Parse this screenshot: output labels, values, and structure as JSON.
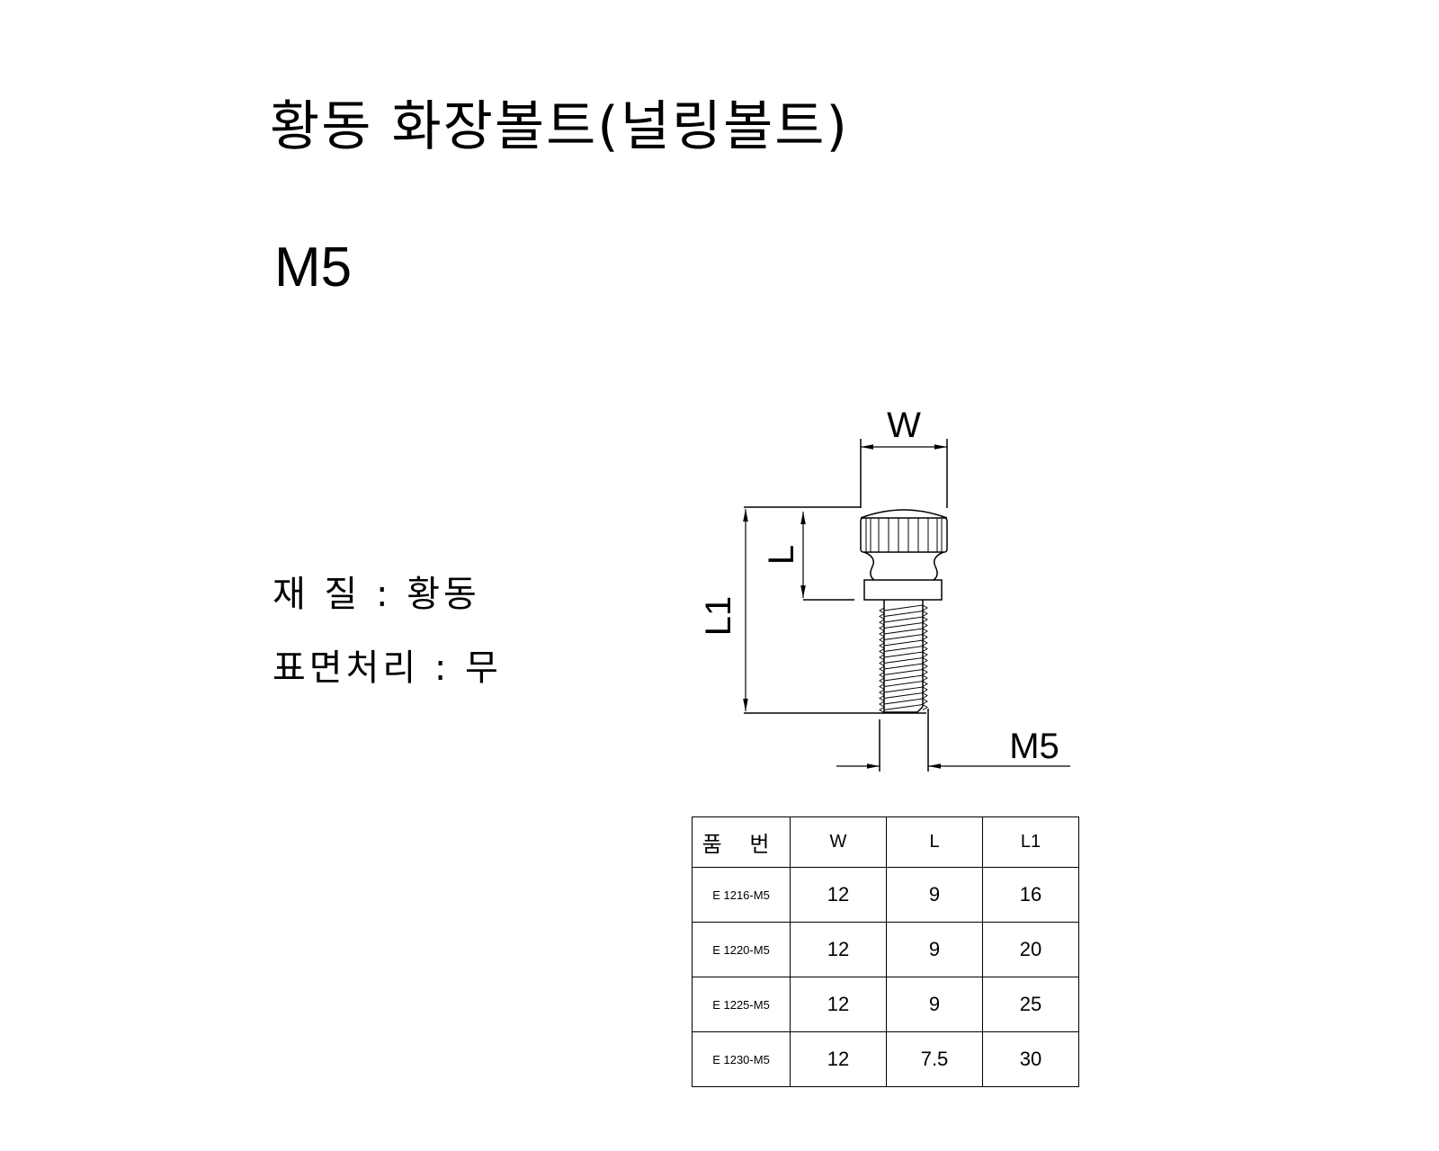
{
  "title": "황동 화장볼트(널링볼트)",
  "model": "M5",
  "specs": {
    "material": "재 질 : 황동",
    "surface": "표면처리 : 무"
  },
  "drawing": {
    "dim_w": "W",
    "dim_l": "L",
    "dim_l1": "L1",
    "dim_thread": "M5"
  },
  "table": {
    "headers": [
      "품 번",
      "W",
      "L",
      "L1"
    ],
    "rows": [
      [
        "E 1216-M5",
        "12",
        "9",
        "16"
      ],
      [
        "E 1220-M5",
        "12",
        "9",
        "20"
      ],
      [
        "E 1225-M5",
        "12",
        "9",
        "25"
      ],
      [
        "E 1230-M5",
        "12",
        "7.5",
        "30"
      ]
    ]
  }
}
